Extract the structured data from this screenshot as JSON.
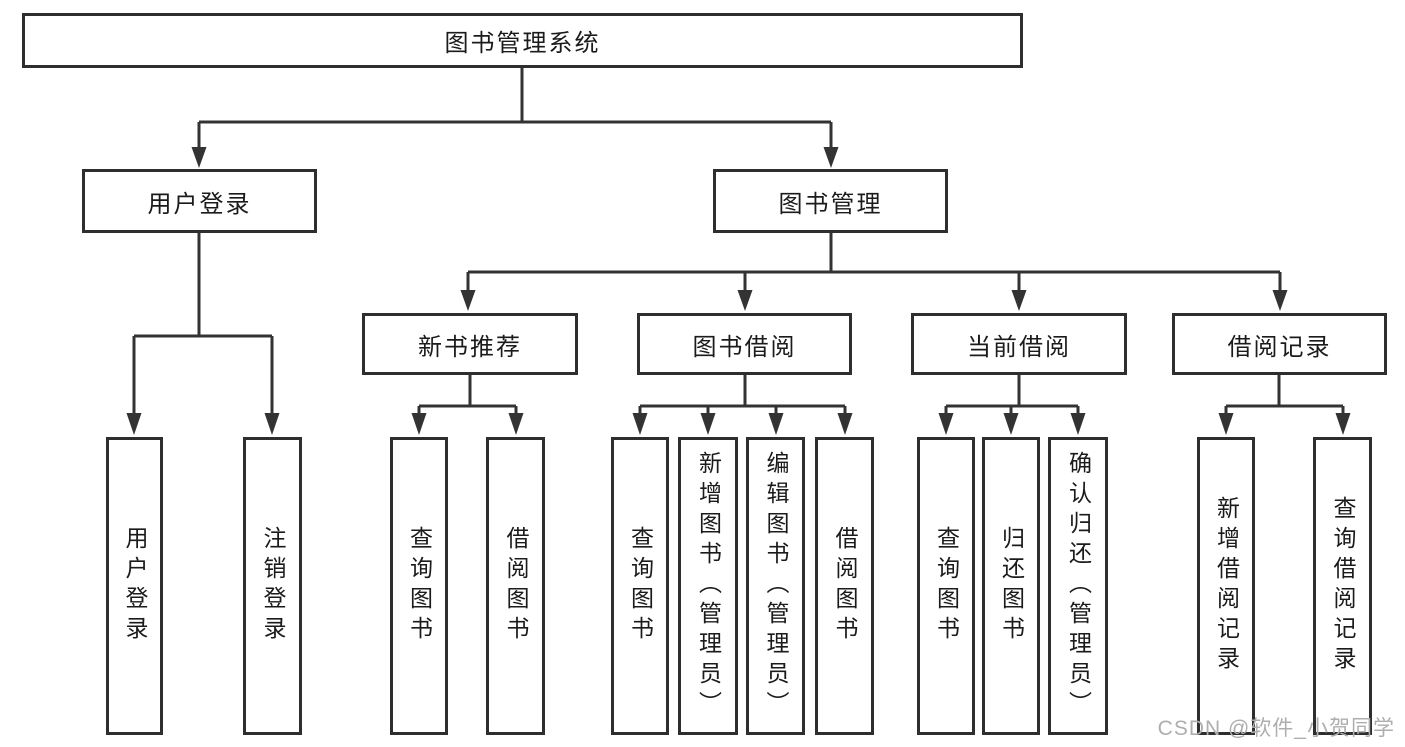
{
  "diagram": {
    "type": "hierarchy-tree",
    "colors": {
      "background": "#ffffff",
      "line": "#333333",
      "box_border": "#2e2e2e",
      "box_fill": "#ffffff",
      "text": "#1b1b1b",
      "watermark": "#aeaeae"
    },
    "tree": {
      "root": {
        "label": "图书管理系统",
        "children": [
          {
            "label": "用户登录",
            "children": [
              {
                "label": "用户登录"
              },
              {
                "label": "注销登录"
              }
            ]
          },
          {
            "label": "图书管理",
            "children": [
              {
                "label": "新书推荐",
                "children": [
                  {
                    "label": "查询图书"
                  },
                  {
                    "label": "借阅图书"
                  }
                ]
              },
              {
                "label": "图书借阅",
                "children": [
                  {
                    "label": "查询图书"
                  },
                  {
                    "label": "新增图书（管理员）"
                  },
                  {
                    "label": "编辑图书（管理员）"
                  },
                  {
                    "label": "借阅图书"
                  }
                ]
              },
              {
                "label": "当前借阅",
                "children": [
                  {
                    "label": "查询图书"
                  },
                  {
                    "label": "归还图书"
                  },
                  {
                    "label": "确认归还（管理员）"
                  }
                ]
              },
              {
                "label": "借阅记录",
                "children": [
                  {
                    "label": "新增借阅记录"
                  },
                  {
                    "label": "查询借阅记录"
                  }
                ]
              }
            ]
          }
        ]
      }
    },
    "watermark": {
      "text": "CSDN @软件_小贺同学"
    }
  }
}
